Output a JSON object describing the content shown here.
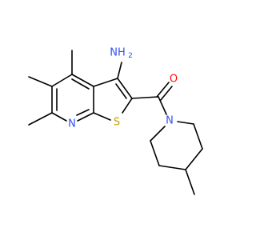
{
  "molecule": {
    "atom_labels": {
      "amine": "NH",
      "amine_subscript": "2",
      "carbonyl_oxygen": "O",
      "pyridine_nitrogen": "N",
      "thiophene_sulfur": "S",
      "piperidine_nitrogen": "N"
    },
    "colors": {
      "bond": "#000000",
      "nitrogen": "#3050F8",
      "oxygen": "#FF0D0D",
      "sulfur": "#C8A000"
    }
  }
}
